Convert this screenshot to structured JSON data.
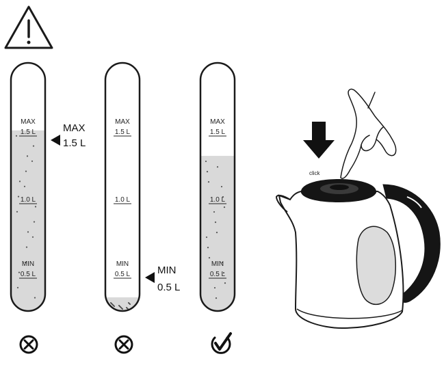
{
  "tubes": [
    {
      "id": "overfilled",
      "marks": {
        "max": "MAX",
        "max_vol": "1.5 L",
        "mid_vol": "1.0 L",
        "min": "MIN",
        "min_vol": "0.5 L"
      },
      "fill_level": 1.03,
      "result": "cross-icon"
    },
    {
      "id": "underfilled",
      "marks": {
        "max": "MAX",
        "max_vol": "1.5 L",
        "mid_vol": "1.0 L",
        "min": "MIN",
        "min_vol": "0.5 L"
      },
      "fill_level": -0.15,
      "result": "cross-icon"
    },
    {
      "id": "correct",
      "marks": {
        "max": "MAX",
        "max_vol": "1.5 L",
        "mid_vol": "1.0 L",
        "min": "MIN",
        "min_vol": "0.5 L"
      },
      "fill_level": 0.85,
      "result": "check-icon"
    }
  ],
  "callouts": {
    "max_label": "MAX",
    "max_volume": "1.5 L",
    "min_label": "MIN",
    "min_volume": "0.5 L"
  },
  "kettle": {
    "click_label": "click"
  },
  "icons": [
    "warning-icon",
    "cross-icon",
    "cross-icon",
    "check-icon",
    "down-arrow-icon",
    "hand-icon",
    "kettle-icon"
  ],
  "colors": {
    "water": "#d9d9d9",
    "line": "#1a1a1a",
    "handle": "#151515"
  }
}
